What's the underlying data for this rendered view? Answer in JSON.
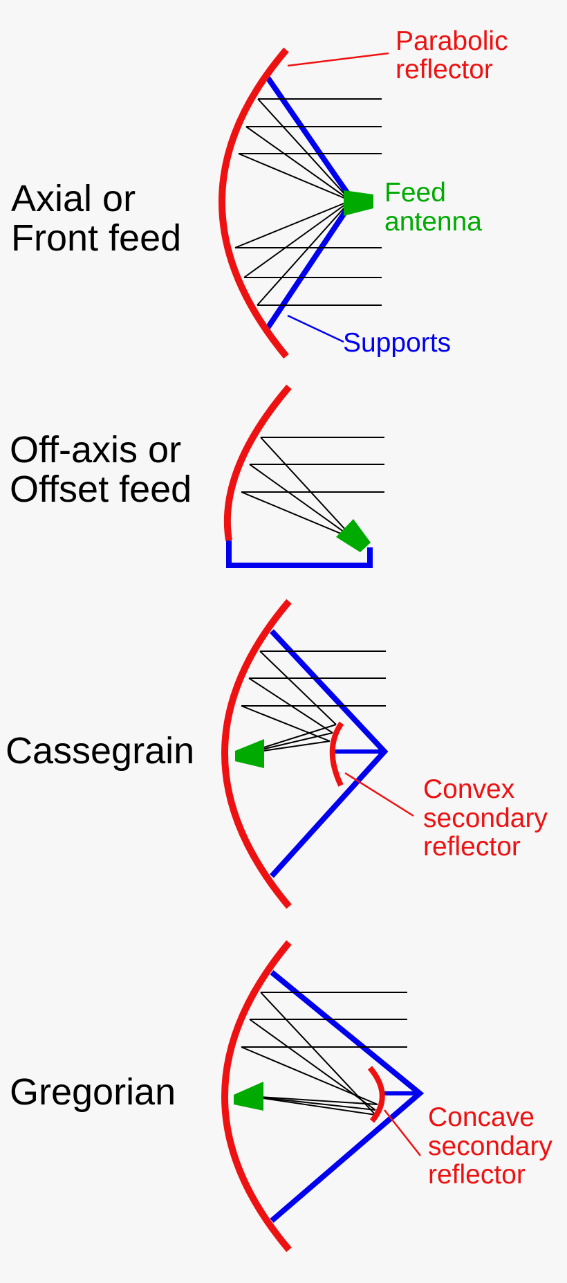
{
  "colors": {
    "reflector": "#ee1111",
    "support": "#0000ee",
    "feed": "#00aa00",
    "ray": "#000000",
    "background": "#f7f7f7"
  },
  "axial": {
    "title_line1": "Axial or",
    "title_line2": "Front feed",
    "reflector_label_line1": "Parabolic",
    "reflector_label_line2": "reflector",
    "feed_label_line1": "Feed",
    "feed_label_line2": "antenna",
    "support_label": "Supports"
  },
  "offset": {
    "title_line1": "Off-axis or",
    "title_line2": "Offset feed"
  },
  "cassegrain": {
    "title": "Cassegrain",
    "secondary_label_line1": "Convex",
    "secondary_label_line2": "secondary",
    "secondary_label_line3": "reflector"
  },
  "gregorian": {
    "title": "Gregorian",
    "secondary_label_line1": "Concave",
    "secondary_label_line2": "secondary",
    "secondary_label_line3": "reflector"
  }
}
